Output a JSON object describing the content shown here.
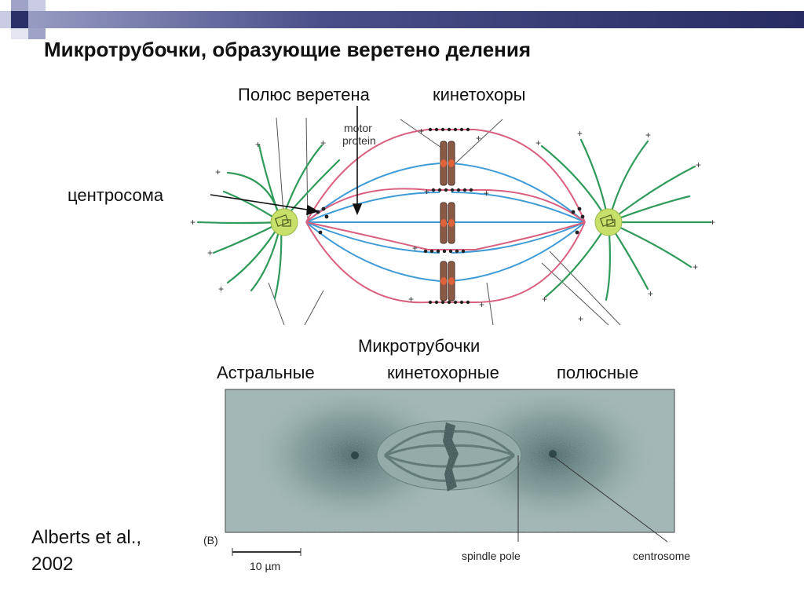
{
  "slide": {
    "title": "Микротрубочки, образующие веретено деления",
    "citation_line1": "Alberts et al.,",
    "citation_line2": "2002"
  },
  "diagram": {
    "label_spindle_pole": "Полюс веретена",
    "label_kinetochores": "кинетохоры",
    "label_centrosome": "центросома",
    "label_motor_protein_1": "motor",
    "label_motor_protein_2": "protein",
    "label_microtubules": "Микротрубочки",
    "label_astral": "Астральные",
    "label_kinetochore_mt": "кинетохорные",
    "label_polar": "полюсные",
    "plus_sign": "+"
  },
  "photo": {
    "panel_letter": "(B)",
    "scale_bar": "10 µm",
    "label_spindle_pole": "spindle pole",
    "label_centrosome": "centrosome"
  },
  "colors": {
    "astral": "#2f9a5a",
    "kinetochore_mt": "#d9607e",
    "polar_mt": "#3f9bd6",
    "centrosome": "#c6e06a",
    "chromosome": "#8a5a46"
  }
}
